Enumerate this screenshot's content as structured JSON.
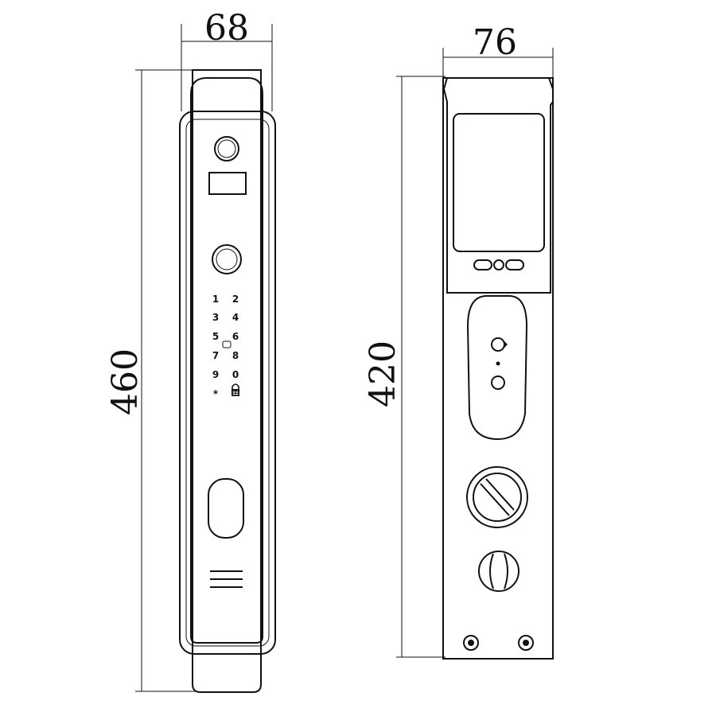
{
  "dimensions": {
    "left_width": "68",
    "left_height": "460",
    "right_width": "76",
    "right_height": "420"
  },
  "keypad": {
    "keys": [
      "1",
      "2",
      "3",
      "4",
      "5",
      "6",
      "7",
      "8",
      "9",
      "0",
      "*"
    ],
    "lock_key_icon": "padlock-hash-icon"
  }
}
